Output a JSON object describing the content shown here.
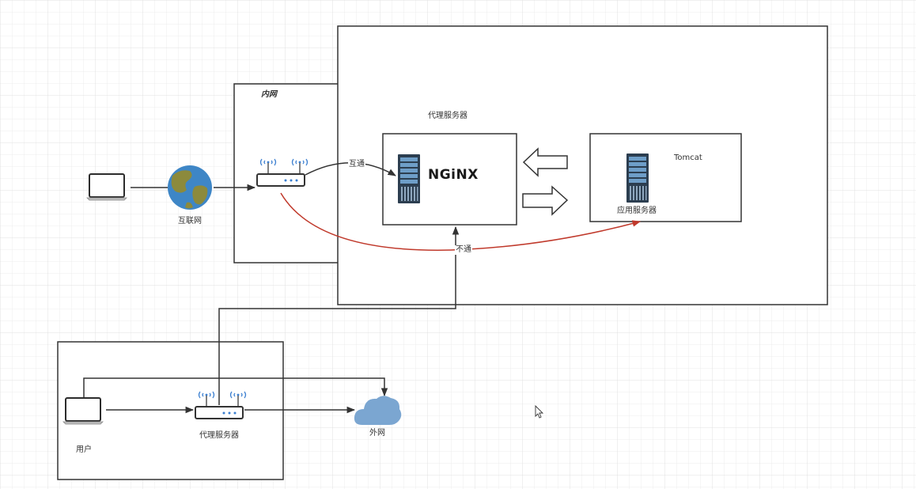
{
  "labels": {
    "intranet": "内网",
    "proxy_server_top": "代理服务器",
    "nginx": "NGiNX",
    "tomcat": "Tomcat",
    "app_server": "应用服务器",
    "internet": "互联网",
    "connected": "互通",
    "blocked": "不通",
    "user": "用户",
    "proxy_server_bottom": "代理服务器",
    "external_network": "外网"
  },
  "colors": {
    "line": "#333333",
    "blocked_line": "#c0392b",
    "cloud": "#7ba6d1",
    "globe_ocean": "#3e86c6",
    "globe_land": "#8c8a3c",
    "server_body": "#2c3e50",
    "server_slot": "#6e9ec8",
    "wifi": "#3b7fd0",
    "grid": "#e4e4e4"
  },
  "icons": [
    "laptop-icon",
    "globe-icon",
    "router-icon",
    "server-icon",
    "cloud-icon",
    "cursor-icon"
  ]
}
